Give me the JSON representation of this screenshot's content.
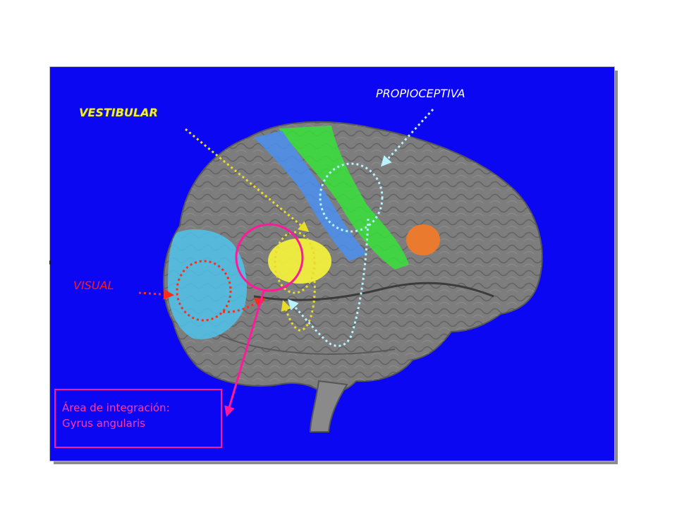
{
  "labels": {
    "vestibular": "VESTIBULAR",
    "propioceptiva": "PROPIOCEPTIVA",
    "visual": "VISUAL"
  },
  "integration": {
    "line1": "Área de integración:",
    "line2": "Gyrus angularis"
  },
  "colors": {
    "background": "#0b07f2",
    "vestibular": "#f3ed3c",
    "propioceptiva": "#9ff0ff",
    "visual": "#ff1a1a",
    "integration": "#ff1a9c"
  }
}
